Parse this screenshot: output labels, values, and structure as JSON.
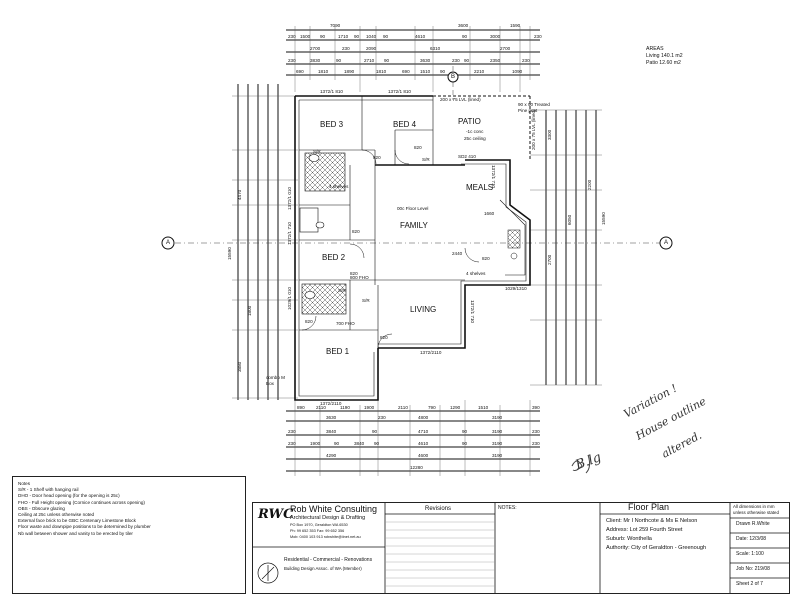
{
  "areas": {
    "heading": "AREAS",
    "living": "Living    140.1 m2",
    "patio": "Patio    12.60 m2"
  },
  "rooms": {
    "bed3": "BED 3",
    "bed4": "BED 4",
    "patio": "PATIO",
    "patio_note1": "-1c conc",
    "patio_note2": "25c ceiling",
    "meals": "MEALS",
    "family": "FAMILY",
    "floor_level": "00c Floor Level",
    "bed2": "BED 2",
    "living": "LIVING",
    "bed1": "BED 1"
  },
  "plan_labels": {
    "lvl_lined_top": "200 x 75 LVL (lined)",
    "lvl_lined_side": "200 x 75 LVL (lined)",
    "post": "90 x 90 Treated Pine post",
    "win_bed3": "1372/1 810",
    "win_bed4": "1372/1 810",
    "door_820a": "820",
    "door_820b": "820",
    "door_820c": "820",
    "door_820d": "820",
    "door_820e": "820",
    "door_820f": "820",
    "door_820g": "820",
    "sr1": "S/R",
    "sr2": "S/R",
    "sr3": "S/R",
    "sr4": "S/R",
    "sd": "SD2 410",
    "shelves1": "4 shelves",
    "shelves2": "4 shelves",
    "fho1": "800 FHO",
    "fho2": "700 FHO",
    "win_meals": "1372/1 710",
    "win_corner": "1029/1310",
    "win_living_side": "1372/1 710",
    "win_living_bottom": "1372/2110",
    "win_bed1_bottom": "1372/2110",
    "win_bed2": "1372/1 710",
    "win_bath": "1029/1 010",
    "win_wc": "1372/1 010",
    "dim_1660": "1660",
    "dim_2440": "2440",
    "combox": "combo M Box",
    "section_a": "A",
    "section_b": "B"
  },
  "dims_top": {
    "row1": [
      "7090",
      "3600",
      "1590"
    ],
    "row2": [
      "230",
      "1500",
      "90",
      "1710",
      "90",
      "1040",
      "90",
      "4610",
      "90",
      "3000",
      "230"
    ],
    "row3": [
      "2700",
      "230",
      "2090",
      "6310",
      "2700"
    ],
    "row4": [
      "230",
      "3830",
      "90",
      "2710",
      "90",
      "3630",
      "230",
      "90",
      "2350",
      "230"
    ],
    "row5": [
      "690",
      "1810",
      "1890",
      "1810",
      "690",
      "1510",
      "90",
      "2210",
      "1090"
    ]
  },
  "dims_bottom": {
    "row1": [
      "890",
      "2110",
      "1190",
      "1900",
      "2110",
      "790",
      "1290",
      "1510",
      "390"
    ],
    "row2": [
      "3630",
      "230",
      "4800",
      "3190"
    ],
    "row3": [
      "230",
      "3840",
      "90",
      "4710",
      "90",
      "3190",
      "230"
    ],
    "row4": [
      "230",
      "1900",
      "90",
      "3840",
      "90",
      "4610",
      "90",
      "3190",
      "230"
    ],
    "row5": [
      "4290",
      "4600",
      "3190"
    ],
    "row6": [
      "12280"
    ]
  },
  "dims_left": [
    "3880",
    "1800",
    "15590",
    "4470"
  ],
  "dims_right": [
    "15590",
    "3300",
    "2700",
    "6050",
    "2200"
  ],
  "handwriting": {
    "note1": "Variation !",
    "note2": "House outline",
    "note3": "altered.",
    "initials": "B.lg"
  },
  "notes": {
    "heading": "Notes",
    "lines": [
      "S/R - 1 Shelf with hanging rail",
      "DHO - Door head opening (for the opening is 25c)",
      "FHO - Full Height opening (Cornice continues across opening)",
      "OBS - Obscure glazing",
      "Ceiling at 25c unless otherwise noted",
      "External face brick to be GBC Centenary Limestone Block",
      "Floor waste and downpipe positions to be determined by plumber",
      "Nb wall between shower and vanity to be erected by tiler"
    ]
  },
  "title_block": {
    "company": "Rob White Consulting",
    "subtitle": "Architectural Design & Drafting",
    "address1": "PO Box 1970, Geraldton WA 6530",
    "phone": "Ph: 99 652 353    Fax: 99 652 356",
    "mobile": "Mob: 0400 103 913   robwhite@iinet.net.au",
    "tagline": "Residential - Commercial - Renovations",
    "membership": "Building Design Assoc. of WA (Member)",
    "logo": "RWC",
    "revisions_heading": "Revisions",
    "notes_heading": "NOTES:",
    "drawing_title": "Floor Plan",
    "client": "Client: Mr I Northcote & Ms E Nelson",
    "address": "Address: Lot 259 Fourth Street",
    "suburb": "Suburb: Wonthella",
    "authority": "Authority: City of Geraldton - Greenough",
    "dimensions_note1": "All dimensions in mm",
    "dimensions_note2": "unless otherwise stated",
    "drawn": "Drawn R.White",
    "date": "Date: 12/3/08",
    "scale": "Scale: 1:100",
    "job": "Job No: 219/08",
    "sheet": "Sheet 2 of 7"
  }
}
